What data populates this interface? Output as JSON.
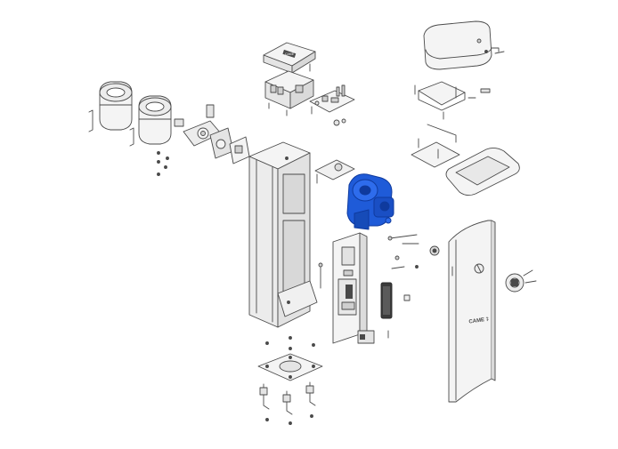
{
  "diagram": {
    "brand_plate_text": "CAME",
    "cover_logo_text": "CAME ‡",
    "colors": {
      "outline": "#4a4a4a",
      "fill_light": "#f4f4f4",
      "fill_mid": "#e4e4e4",
      "fill_dark": "#cfcfcf",
      "highlight_part": "#1f5bd8",
      "highlight_part_dark": "#0f3a9e",
      "background": "#ffffff"
    },
    "parts": [
      {
        "name": "control-box-cover",
        "icon": "box-cover"
      },
      {
        "name": "control-board",
        "icon": "circuit-board"
      },
      {
        "name": "top-cover",
        "icon": "housing-cover"
      },
      {
        "name": "cover-bracket",
        "icon": "bracket"
      },
      {
        "name": "spring-cylinder-left",
        "icon": "cylinder"
      },
      {
        "name": "spring-cylinder-right",
        "icon": "cylinder"
      },
      {
        "name": "main-column",
        "icon": "column"
      },
      {
        "name": "gearmotor",
        "icon": "motor",
        "highlighted": true
      },
      {
        "name": "electronic-panel",
        "icon": "panel"
      },
      {
        "name": "front-door",
        "icon": "door"
      },
      {
        "name": "anchoring-plate",
        "icon": "plate"
      },
      {
        "name": "lock",
        "icon": "lock"
      }
    ]
  }
}
